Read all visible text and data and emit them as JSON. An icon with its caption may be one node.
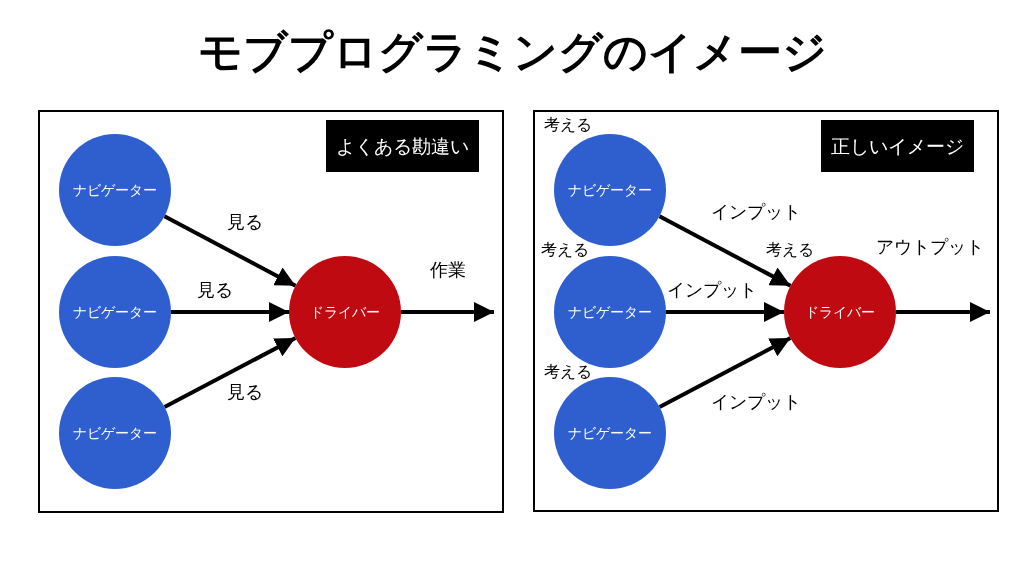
{
  "diagram": {
    "title": "モブプログラミングのイメージ",
    "nodes": [
      {
        "text": [
          "よくある勘違い"
        ]
      },
      {
        "text": [
          "ナビゲーター"
        ],
        "in": 0
      },
      {
        "text": [
          "ナビゲーター"
        ],
        "in": 0
      },
      {
        "text": [
          "ナビゲーター"
        ],
        "in": 0
      },
      {
        "text": [
          "ドライバー"
        ],
        "in": 0
      },
      {
        "text": [
          "正しいイメージ"
        ]
      },
      {
        "text": [
          "ナビゲーター"
        ],
        "in": 5,
        "beside": [
          "考える"
        ]
      },
      {
        "text": [
          "ナビゲーター"
        ],
        "in": 5,
        "beside": [
          "考える"
        ]
      },
      {
        "text": [
          "ナビゲーター"
        ],
        "in": 5,
        "beside": [
          "考える"
        ]
      },
      {
        "text": [
          "ドライバー"
        ],
        "in": 5,
        "beside": [
          "考える"
        ]
      }
    ],
    "edges": [
      {
        "from": 1,
        "to": 4,
        "arrow": "to",
        "label": "見る"
      },
      {
        "from": 2,
        "to": 4,
        "arrow": "to",
        "label": "見る"
      },
      {
        "from": 3,
        "to": 4,
        "arrow": "to",
        "label": "見る"
      },
      {
        "from": 4,
        "to": null,
        "arrow": "to",
        "label": "作業"
      },
      {
        "from": 6,
        "to": 9,
        "arrow": "to",
        "label": "インプット"
      },
      {
        "from": 7,
        "to": 9,
        "arrow": "to",
        "label": "インプット"
      },
      {
        "from": 8,
        "to": 9,
        "arrow": "to",
        "label": "インプット"
      },
      {
        "from": 9,
        "to": null,
        "arrow": "to",
        "label": "アウトプット"
      }
    ]
  }
}
